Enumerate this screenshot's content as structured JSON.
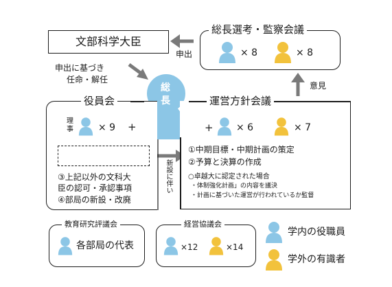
{
  "colors": {
    "internal": "#8cc6e6",
    "external": "#f2c23c",
    "arrow": "#7a7a7a",
    "line": "#1a1a1a"
  },
  "mext": {
    "title": "文部科学大臣"
  },
  "selection_council": {
    "title": "総長選考・監察会議",
    "internal_count": "× 8",
    "external_count": "× 8"
  },
  "labels": {
    "report": "申出",
    "appointment_line1": "申出に基づき",
    "appointment_line2": "任命・解任",
    "opinion": "意見",
    "new_establishment": "新設に伴い"
  },
  "president": {
    "line1": "総",
    "line2": "長"
  },
  "board": {
    "title": "役員会",
    "director_label": "理事",
    "director_count": "× 9",
    "plus": "+",
    "items": [
      "③上記以外の文科大",
      "臣の認可・承認事項",
      "④部局の新設・改廃"
    ]
  },
  "council": {
    "title": "運営方針会議",
    "plus": "+",
    "internal_count": "× 6",
    "external_count": "× 7",
    "items": [
      "①中期目標・中期計画の策定",
      "②予算と決算の作成"
    ],
    "case_title": "○卓越大に認定された場合",
    "case_items": [
      "・体制強化計画」の内容を議決",
      "・計画に基づいた運営が行われているか監督"
    ]
  },
  "education_council": {
    "title": "教育研究評議会",
    "member_label": "各部局の代表"
  },
  "management_council": {
    "title": "経営協議会",
    "internal_count": "×12",
    "external_count": "×14"
  },
  "legend": {
    "internal": "学内の役職員",
    "external": "学外の有識者"
  }
}
